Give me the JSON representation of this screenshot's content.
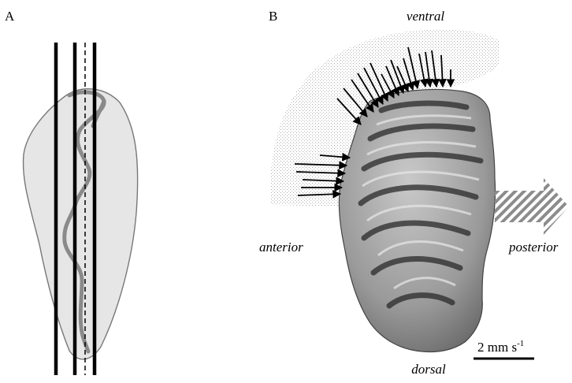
{
  "panel_a": {
    "label": "A"
  },
  "panel_b": {
    "label": "B",
    "orientation": {
      "ventral": "ventral",
      "anterior": "anterior",
      "posterior": "posterior",
      "dorsal": "dorsal"
    },
    "scale_bar": {
      "value": "2 mm s",
      "superscript": "-1"
    }
  },
  "colors": {
    "body_fill": "#e6e6e6",
    "body_stroke": "#777777",
    "gut_stroke": "#8a8a8a",
    "stipple": "#a8a8a8",
    "hatch": "#8c8c8c"
  }
}
